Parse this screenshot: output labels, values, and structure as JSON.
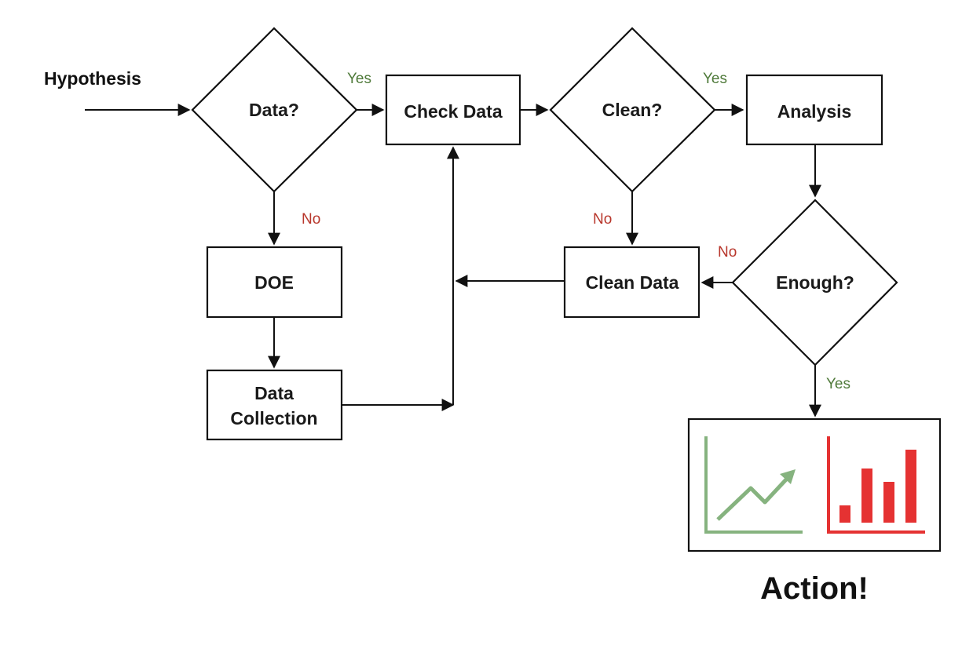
{
  "diagram": {
    "start_label": "Hypothesis",
    "nodes": {
      "data_decision": "Data?",
      "check_data": "Check Data",
      "clean_decision": "Clean?",
      "analysis": "Analysis",
      "doe": "DOE",
      "data_collection_line1": "Data",
      "data_collection_line2": "Collection",
      "clean_data": "Clean Data",
      "enough_decision": "Enough?"
    },
    "edge_labels": {
      "data_yes": "Yes",
      "data_no": "No",
      "clean_yes": "Yes",
      "clean_no": "No",
      "enough_no": "No",
      "enough_yes": "Yes"
    },
    "outcome_label": "Action!"
  },
  "colors": {
    "yes": "#4f7a3a",
    "no": "#b8372c",
    "line_chart": "#86b37f",
    "bar_chart": "#e53232",
    "stroke": "#111111"
  },
  "icons": {
    "line_chart": "line-chart-icon",
    "bar_chart": "bar-chart-icon"
  }
}
